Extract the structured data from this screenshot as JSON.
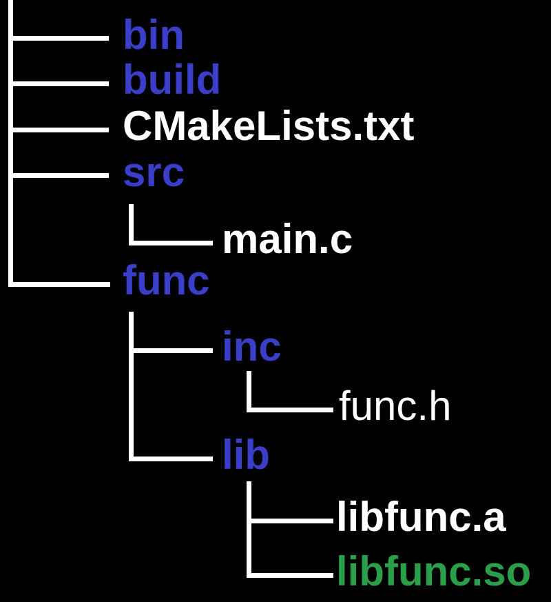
{
  "diagram": {
    "type": "directory-tree",
    "nodes": [
      {
        "label": "bin",
        "kind": "directory",
        "depth": 1,
        "parent": "root"
      },
      {
        "label": "build",
        "kind": "directory",
        "depth": 1,
        "parent": "root"
      },
      {
        "label": "CMakeLists.txt",
        "kind": "file",
        "depth": 1,
        "parent": "root"
      },
      {
        "label": "src",
        "kind": "directory",
        "depth": 1,
        "parent": "root"
      },
      {
        "label": "main.c",
        "kind": "file",
        "depth": 2,
        "parent": "src"
      },
      {
        "label": "func",
        "kind": "directory",
        "depth": 1,
        "parent": "root"
      },
      {
        "label": "inc",
        "kind": "directory",
        "depth": 2,
        "parent": "func"
      },
      {
        "label": "func.h",
        "kind": "file",
        "depth": 3,
        "parent": "inc"
      },
      {
        "label": "lib",
        "kind": "directory",
        "depth": 2,
        "parent": "func"
      },
      {
        "label": "libfunc.a",
        "kind": "file",
        "depth": 3,
        "parent": "lib"
      },
      {
        "label": "libfunc.so",
        "kind": "shared-object",
        "depth": 3,
        "parent": "lib"
      }
    ]
  },
  "colors": {
    "background": "#000000",
    "line": "#ffffff",
    "directory": "#3a3ec8",
    "file": "#ffffff",
    "shared-object": "#2b9e4a"
  }
}
